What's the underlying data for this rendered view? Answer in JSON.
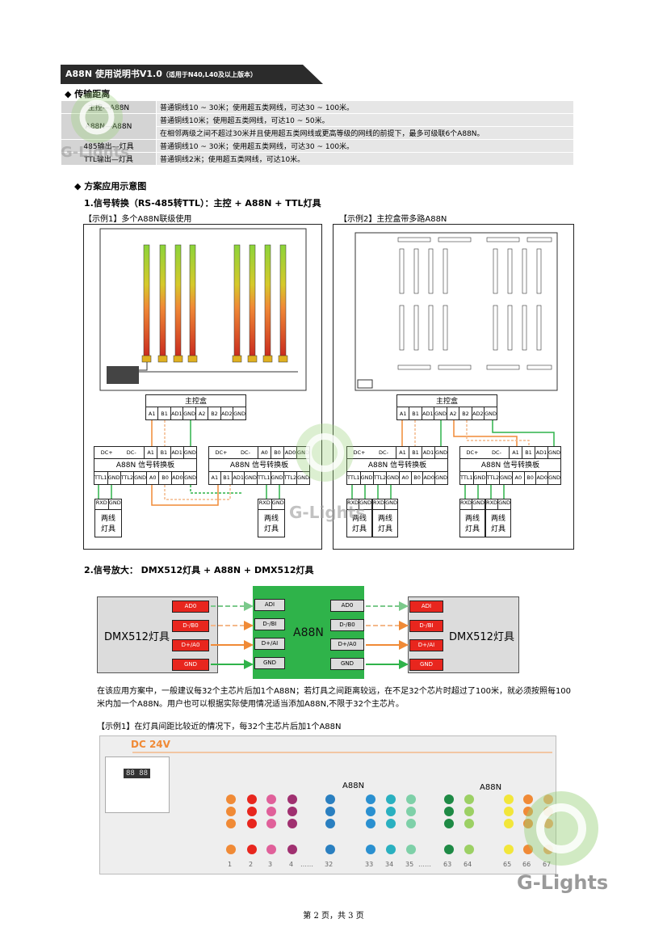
{
  "header": {
    "title": "A88N 使用说明书V1.0",
    "subtitle": "（适用于N40,L40及以上版本）"
  },
  "section1": {
    "heading": "◆ 传输距离",
    "rows": [
      {
        "label": "主控—A88N",
        "text": "普通铜线10 ~ 30米；使用超五类网线，可达30 ~ 100米。"
      },
      {
        "label": "A88N—A88N",
        "text": "普通铜线10米；使用超五类网线，可达10 ~ 50米。"
      },
      {
        "label": "",
        "text": "在相邻两级之间不超过30米并且使用超五类网线或更高等级的网线的前提下，最多可级联6个A88N。"
      },
      {
        "label": "485输出—灯具",
        "text": "普通铜线10 ~ 30米；使用超五类网线，可达30 ~ 100米。"
      },
      {
        "label": "TTL输出—灯具",
        "text": "普通铜线2米；使用超五类网线，可达10米。"
      }
    ]
  },
  "section2": {
    "heading": "◆ 方案应用示意图",
    "sub1": "1.信号转换（RS-485转TTL）：主控 + A88N + TTL灯具",
    "example1_caption": "【示例1】多个A88N联级使用",
    "example2_caption": "【示例2】主控盒带多路A88N",
    "controller_label": "主控盒",
    "controller_pins": [
      "A1",
      "B1",
      "AD1",
      "GND",
      "A2",
      "B2",
      "AD2",
      "GND"
    ],
    "board_label": "A88N 信号转换板",
    "board_top_pins_a": [
      "DC+",
      "DC-",
      "A1",
      "B1",
      "AD1",
      "GND"
    ],
    "board_top_pins_b": [
      "DC+",
      "DC-",
      "A0",
      "B0",
      "AD0",
      "GND"
    ],
    "board_bottom_pins_a": [
      "TTL1",
      "GND",
      "TTL2",
      "GND",
      "A0",
      "B0",
      "AD0",
      "GND"
    ],
    "board_bottom_pins_b": [
      "A1",
      "B1",
      "AD1",
      "GND",
      "TTL1",
      "GND",
      "TTL2",
      "GND"
    ],
    "lamp_pins": [
      "RXD",
      "GND"
    ],
    "lamp_label_1": "两线",
    "lamp_label_2": "灯具"
  },
  "section3": {
    "sub2": "2.信号放大： DMX512灯具 + A88N + DMX512灯具",
    "left_box": "DMX512灯具",
    "right_box": "DMX512灯具",
    "center_label": "A88N",
    "left_pins": [
      "AD0",
      "D-/B0",
      "D+/A0",
      "GND"
    ],
    "center_in": [
      "ADI",
      "D-/BI",
      "D+/AI",
      "GND"
    ],
    "center_out": [
      "AD0",
      "D-/B0",
      "D+/A0",
      "GND"
    ],
    "right_pins": [
      "ADI",
      "D-/BI",
      "D+/AI",
      "GND"
    ],
    "para": "在该应用方案中，一般建议每32个主芯片后加1个A88N；若灯具之间距离较远，在不足32个芯片时超过了100米，就必须按照每100米内加一个A88N。用户也可以根据实际使用情况适当添加A88N,不限于32个主芯片。",
    "example_caption": "【示例1】在灯具间距比较近的情况下，每32个主芯片后加1个A88N",
    "dc_label": "DC 24V",
    "a88n_tag": "A88N",
    "numbers": [
      "1",
      "2",
      "3",
      "4",
      "……",
      "32",
      "33",
      "34",
      "35",
      "……",
      "63",
      "64",
      "65",
      "66",
      "67"
    ],
    "digits": "88 88"
  },
  "watermark": "G-Lights",
  "footer": "第 2 页，共 3 页",
  "colors": {
    "green": "#2fb34a",
    "orange": "#f08a36",
    "red": "#e8261e",
    "band": "#2b2b2b"
  }
}
